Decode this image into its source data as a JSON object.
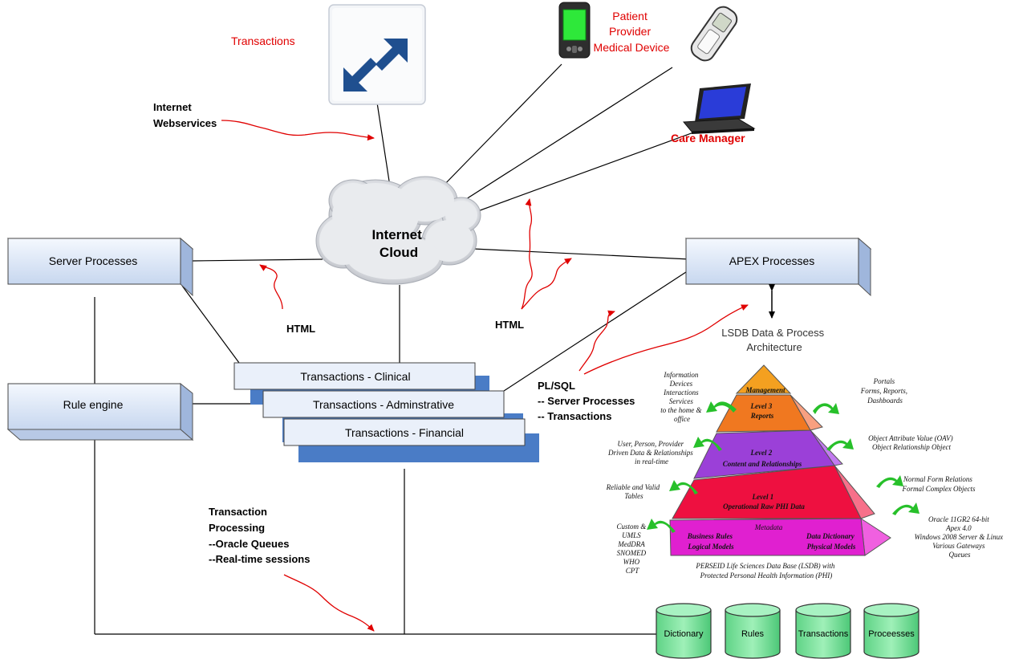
{
  "labels": {
    "transactions_top": "Transactions",
    "internet_webservices": [
      "Internet",
      "Webservices"
    ],
    "patient_device": [
      "Patient",
      "Provider",
      "Medical Device"
    ],
    "care_manager": "Care Manager",
    "internet_cloud": [
      "Internet",
      "Cloud"
    ],
    "html_left": "HTML",
    "html_right": "HTML",
    "plsql": [
      "PL/SQL",
      "-- Server Processes",
      "-- Transactions"
    ],
    "transaction_processing": [
      "Transaction",
      "Processing",
      "--Oracle Queues",
      "--Real-time sessions"
    ]
  },
  "boxes": {
    "server_processes": "Server Processes",
    "rule_engine": "Rule engine",
    "apex_processes": "APEX Processes"
  },
  "transaction_layers": {
    "clinical": "Transactions - Clinical",
    "administrative": "Transactions - Adminstrative",
    "financial": "Transactions - Financial"
  },
  "databases": [
    "Dictionary",
    "Rules",
    "Transactions",
    "Proceesses"
  ],
  "lsdb": {
    "title": [
      "LSDB Data & Process",
      "Architecture"
    ],
    "levels": {
      "management": "Management",
      "level3": [
        "Level 3",
        "Reports"
      ],
      "level2": [
        "Level 2",
        "Content and Relationships"
      ],
      "level1": [
        "Level 1",
        "Operational Raw PHI Data"
      ],
      "metadata": "Metadata",
      "base_left": [
        "Business Rules",
        "Logical Models"
      ],
      "base_right": [
        "Data Dictionary",
        "Physical Models"
      ]
    },
    "left_notes": {
      "n1": [
        "Information",
        "Devices",
        "Interactions",
        "Services",
        "to the home &",
        "office"
      ],
      "n2": [
        "User, Person, Provider",
        "Driven Data & Relationships",
        "in real-time"
      ],
      "n3": [
        "Reliable and Valid",
        "Tables"
      ],
      "n4": [
        "Custom &",
        "UMLS",
        "MedDRA",
        "SNOMED",
        "WHO",
        "CPT"
      ]
    },
    "right_notes": {
      "n1": [
        "Portals",
        "Forms, Reports,",
        "Dashboards"
      ],
      "n2": [
        "Object Attribute Value (OAV)",
        "Object Relationship Object"
      ],
      "n3": [
        "Normal Form Relations",
        "Formal Complex Objects"
      ],
      "n4": [
        "Oracle 11GR2 64-bit",
        "Apex 4.0",
        "Windows 2008 Server & Linux",
        "Various Gateways",
        "Queues"
      ]
    },
    "caption": [
      "PERSEID Life Sciences Data Base (LSDB) with",
      "Protected Personal Health Information (PHI)"
    ]
  },
  "colors": {
    "annotation_red": "#e00000",
    "box_fill": "#dce6f5",
    "layer_shadow": "#4a7cc6",
    "db_fill": "#7de6a0",
    "pyr_management": "#f4a020",
    "pyr_level3": "#f07820",
    "pyr_level2": "#9b40d8",
    "pyr_level1": "#ee1040",
    "pyr_base": "#e020d0"
  },
  "icons": [
    "transactions-exchange-icon",
    "pda-icon",
    "mobile-phone-icon",
    "laptop-icon",
    "cloud-icon",
    "database-icon",
    "green-arrow-icon"
  ]
}
